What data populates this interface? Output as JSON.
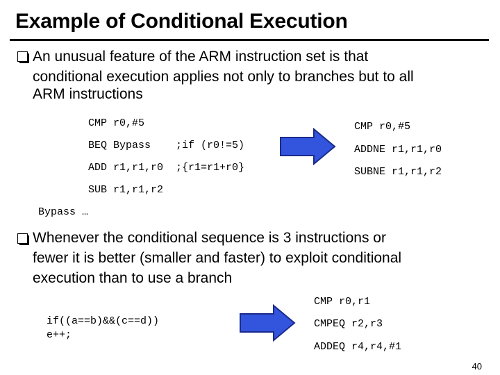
{
  "slide": {
    "title": "Example of Conditional Execution",
    "bullet1": {
      "lines": [
        "An unusual feature of the ARM instruction set is that",
        "conditional execution applies not only to branches but to all",
        "ARM instructions"
      ]
    },
    "code_left_1": {
      "lines": [
        "CMP r0,#5",
        "BEQ Bypass    ;if (r0!=5)",
        "ADD r1,r1,r0  ;{r1=r1+r0}",
        "SUB r1,r1,r2"
      ],
      "bypass": "Bypass …"
    },
    "code_right_1": {
      "lines": [
        "CMP r0,#5",
        "ADDNE r1,r1,r0",
        "SUBNE r1,r1,r2"
      ]
    },
    "bullet2": {
      "lines": [
        "Whenever the conditional sequence is 3 instructions or",
        "fewer it is better (smaller and faster) to exploit conditional",
        "execution than to use a branch"
      ]
    },
    "code_left_2": {
      "lines": [
        "if((a==b)&&(c==d))",
        "e++;"
      ]
    },
    "code_right_2": {
      "lines": [
        "CMP r0,r1",
        "CMPEQ r2,r3",
        "ADDEQ r4,r4,#1"
      ]
    },
    "page_number": "40",
    "colors": {
      "arrow_fill": "#3355dd",
      "arrow_stroke": "#1a2a8c"
    }
  }
}
